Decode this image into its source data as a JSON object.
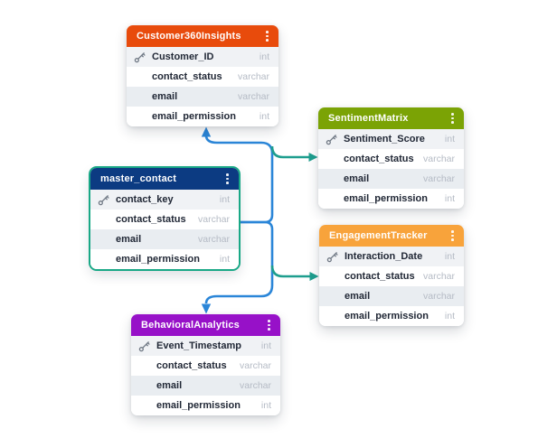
{
  "diagram": {
    "colors": {
      "edge_blue": "#2B86D8",
      "edge_teal": "#1E9E8E",
      "selected_border": "#19A886",
      "field_type_gray": "#B5BBC5"
    },
    "tables": [
      {
        "id": "customer360insights",
        "name": "Customer360Insights",
        "header_color": "#E84B0C",
        "selected": false,
        "menu_icon": "kebab-menu",
        "fields": [
          {
            "name": "Customer_ID",
            "type": "int",
            "key": true
          },
          {
            "name": "contact_status",
            "type": "varchar",
            "key": false
          },
          {
            "name": "email",
            "type": "varchar",
            "key": false
          },
          {
            "name": "email_permission",
            "type": "int",
            "key": false
          }
        ]
      },
      {
        "id": "sentimentmatrix",
        "name": "SentimentMatrix",
        "header_color": "#7BA305",
        "selected": false,
        "menu_icon": "kebab-menu",
        "fields": [
          {
            "name": "Sentiment_Score",
            "type": "int",
            "key": true
          },
          {
            "name": "contact_status",
            "type": "varchar",
            "key": false
          },
          {
            "name": "email",
            "type": "varchar",
            "key": false
          },
          {
            "name": "email_permission",
            "type": "int",
            "key": false
          }
        ]
      },
      {
        "id": "master_contact",
        "name": "master_contact",
        "header_color": "#0C3B82",
        "selected": true,
        "menu_icon": "kebab-menu",
        "fields": [
          {
            "name": "contact_key",
            "type": "int",
            "key": true
          },
          {
            "name": "contact_status",
            "type": "varchar",
            "key": false
          },
          {
            "name": "email",
            "type": "varchar",
            "key": false
          },
          {
            "name": "email_permission",
            "type": "int",
            "key": false
          }
        ]
      },
      {
        "id": "engagementtracker",
        "name": "EngagementTracker",
        "header_color": "#F8A33B",
        "selected": false,
        "menu_icon": "kebab-menu",
        "fields": [
          {
            "name": "Interaction_Date",
            "type": "int",
            "key": true
          },
          {
            "name": "contact_status",
            "type": "varchar",
            "key": false
          },
          {
            "name": "email",
            "type": "varchar",
            "key": false
          },
          {
            "name": "email_permission",
            "type": "int",
            "key": false
          }
        ]
      },
      {
        "id": "behavioralanalytics",
        "name": "BehavioralAnalytics",
        "header_color": "#9711C8",
        "selected": false,
        "menu_icon": "kebab-menu",
        "fields": [
          {
            "name": "Event_Timestamp",
            "type": "int",
            "key": true
          },
          {
            "name": "contact_status",
            "type": "varchar",
            "key": false
          },
          {
            "name": "email",
            "type": "varchar",
            "key": false
          },
          {
            "name": "email_permission",
            "type": "int",
            "key": false
          }
        ]
      }
    ],
    "edges": [
      {
        "from": "master_contact.contact_status",
        "to": "Customer360Insights",
        "color_key": "edge_blue"
      },
      {
        "from": "master_contact.contact_status",
        "to": "BehavioralAnalytics",
        "color_key": "edge_blue"
      },
      {
        "from": "master_contact.contact_status",
        "to": "SentimentMatrix.contact_status",
        "color_key": "edge_teal"
      },
      {
        "from": "master_contact.contact_status",
        "to": "EngagementTracker.contact_status",
        "color_key": "edge_teal"
      }
    ]
  }
}
